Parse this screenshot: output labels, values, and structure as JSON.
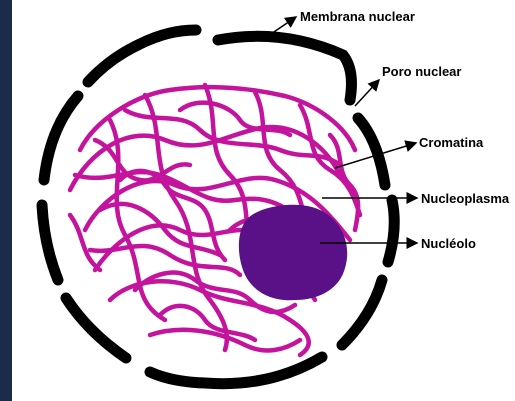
{
  "diagram": {
    "labels": {
      "membrana": "Membrana nuclear",
      "poro": "Poro nuclear",
      "cromatina": "Cromatina",
      "nucleoplasma": "Nucleoplasma",
      "nucleolo": "Nucléolo"
    },
    "colors": {
      "page_border": "#1b2b4c",
      "background": "#ffffff",
      "membrane": "#000000",
      "chromatin": "#c4139c",
      "nucleolus": "#5a1187",
      "label": "#000000"
    }
  }
}
